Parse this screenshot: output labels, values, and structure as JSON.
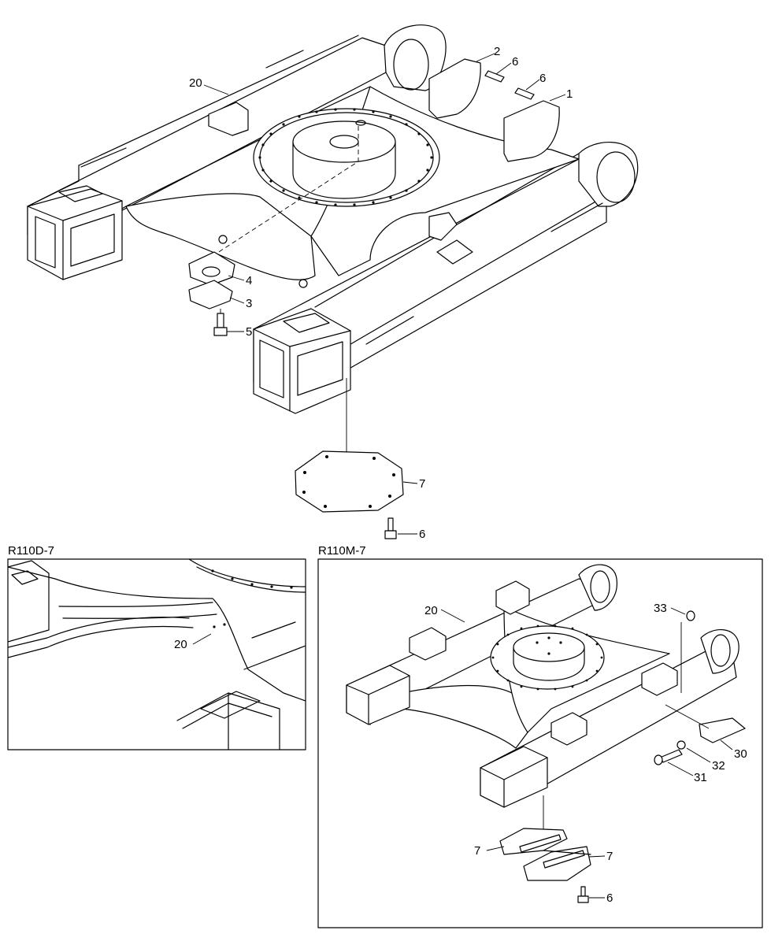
{
  "main_view": {
    "callouts": {
      "c1": "1",
      "c2": "2",
      "c3": "3",
      "c4": "4",
      "c5": "5",
      "c6a": "6",
      "c6b": "6",
      "c6c": "6",
      "c7": "7",
      "c20": "20"
    }
  },
  "detail_r110d": {
    "title": "R110D-7",
    "callouts": {
      "c20": "20"
    }
  },
  "detail_r110m": {
    "title": "R110M-7",
    "callouts": {
      "c20": "20",
      "c33": "33",
      "c30": "30",
      "c32": "32",
      "c31": "31",
      "c7a": "7",
      "c7b": "7",
      "c6": "6"
    }
  }
}
